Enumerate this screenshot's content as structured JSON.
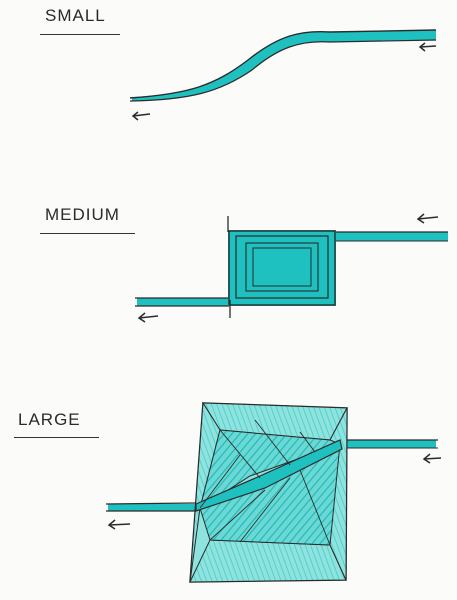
{
  "labels": {
    "small": "SMALL",
    "medium": "MEDIUM",
    "large": "LARGE"
  },
  "colors": {
    "fill": "#1fc1c0",
    "fill_light": "#5fd6d3",
    "fill_pale": "#8fe3df",
    "ink": "#2b2b2b",
    "paper": "#fbfbfa"
  },
  "icons": [
    "left-arrow-icon"
  ]
}
